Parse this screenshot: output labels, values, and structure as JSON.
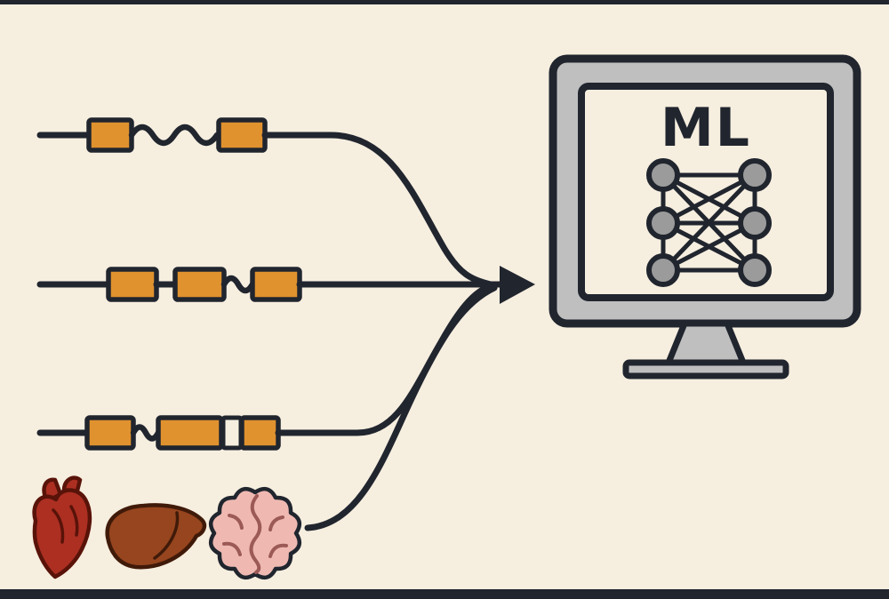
{
  "monitor": {
    "label": "ML"
  },
  "icons": {
    "monitor": "monitor-icon",
    "neural_network": "neural-network-icon",
    "merge_arrow": "merge-arrow-icon",
    "heart": "heart-organ-icon",
    "liver": "liver-organ-icon",
    "brain": "brain-organ-icon",
    "sequence_box": "exon-box-icon",
    "sequence_squiggle": "squiggle-intron-icon"
  },
  "tracks": [
    {
      "id": "sequence-track-top",
      "exon_count": 2,
      "has_squiggle": true
    },
    {
      "id": "sequence-track-middle",
      "exon_count": 3,
      "has_squiggle": true
    },
    {
      "id": "sequence-track-bottom",
      "exon_count": 3,
      "has_squiggle": true,
      "blank_box": true
    }
  ],
  "organs": [
    "heart",
    "liver",
    "brain"
  ],
  "network": {
    "left_nodes": 3,
    "right_nodes": 3,
    "fully_connected": true
  },
  "colors": {
    "background": "#f6eedf",
    "outline": "#20252e",
    "exon": "#e0922f",
    "monitor_frame": "#bfbfbf",
    "screen": "#f6eedf",
    "node": "#9b9b9b",
    "heart": "#ac2f22",
    "heart_outline": "#591309",
    "liver": "#96451e",
    "liver_outline": "#401a09",
    "brain": "#efb9b2",
    "brain_line": "#9c5a57"
  }
}
